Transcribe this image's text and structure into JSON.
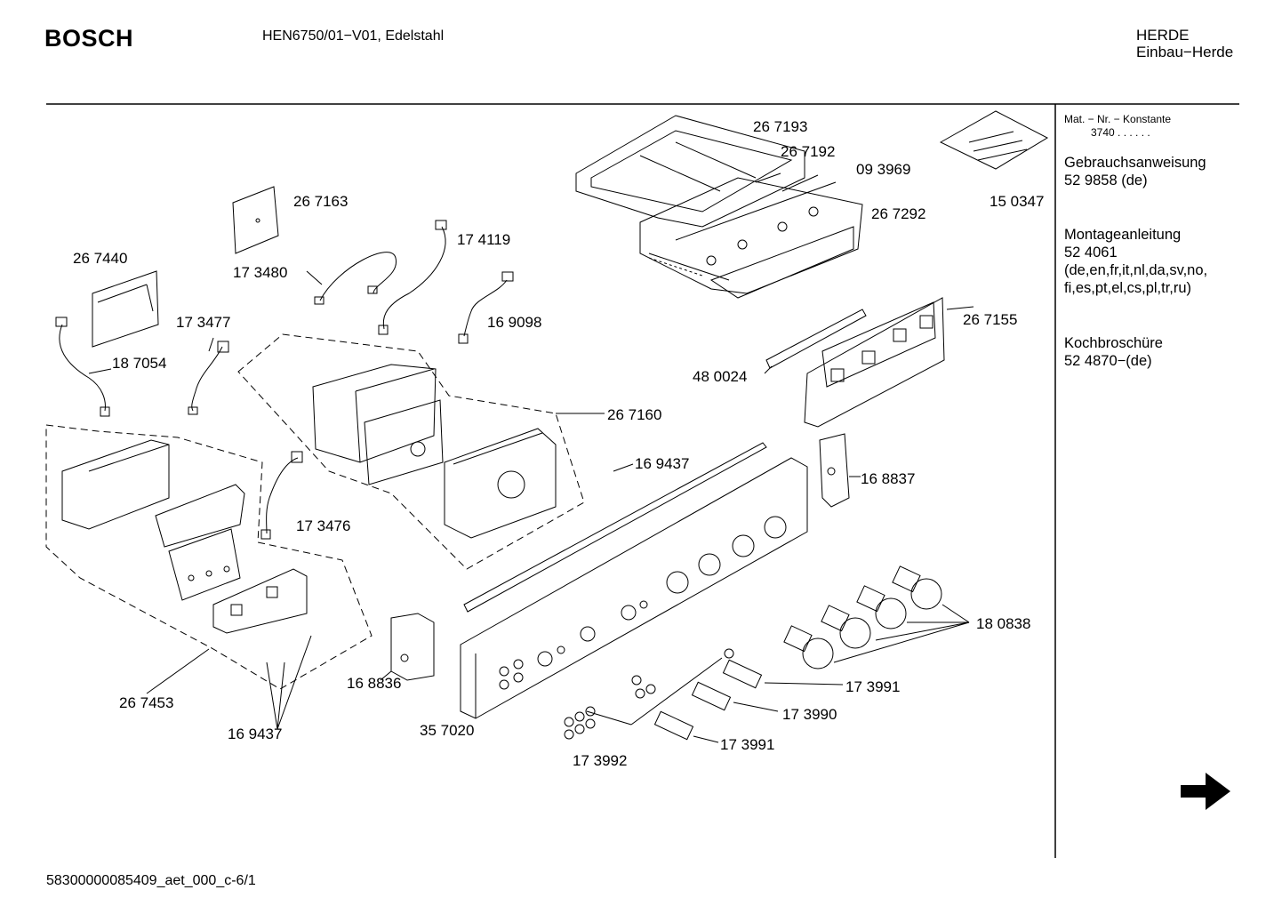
{
  "header": {
    "brand": "BOSCH",
    "model": "HEN6750/01−V01, Edelstahl",
    "category_line1": "HERDE",
    "category_line2": "Einbau−Herde"
  },
  "sidebar": {
    "mat_nr_label": "Mat. − Nr. − Konstante",
    "mat_nr_value": "3740  .   .   .   .   .   .",
    "gebrauch_title": "Gebrauchsanweisung",
    "gebrauch_nr": "52 9858 (de)",
    "montage_title": "Montageanleitung",
    "montage_nr": "52 4061",
    "montage_langs1": "(de,en,fr,it,nl,da,sv,no,",
    "montage_langs2": "fi,es,pt,el,cs,pl,tr,ru)",
    "koch_title": "Kochbroschüre",
    "koch_nr": "52 4870−(de)"
  },
  "parts": {
    "p267193": "26 7193",
    "p267192": "26 7192",
    "p093969": "09 3969",
    "p267292": "26 7292",
    "p150347": "15 0347",
    "p267163": "26 7163",
    "p174119": "17 4119",
    "p267440": "26 7440",
    "p173480": "17 3480",
    "p169098": "16 9098",
    "p173477": "17 3477",
    "p187054": "18 7054",
    "p267155": "26 7155",
    "p480024": "48 0024",
    "p267160": "26 7160",
    "p169437a": "16 9437",
    "p168837": "16 8837",
    "p173476": "17 3476",
    "p180838": "18 0838",
    "p168836": "16 8836",
    "p173991a": "17 3991",
    "p173990": "17 3990",
    "p267453": "26 7453",
    "p169437b": "16 9437",
    "p357020": "35 7020",
    "p173991b": "17 3991",
    "p173992": "17 3992"
  },
  "footer": {
    "doc_id": "58300000085409_aet_000_c-6/1"
  },
  "icons": {
    "next_arrow": "right-arrow-icon"
  }
}
